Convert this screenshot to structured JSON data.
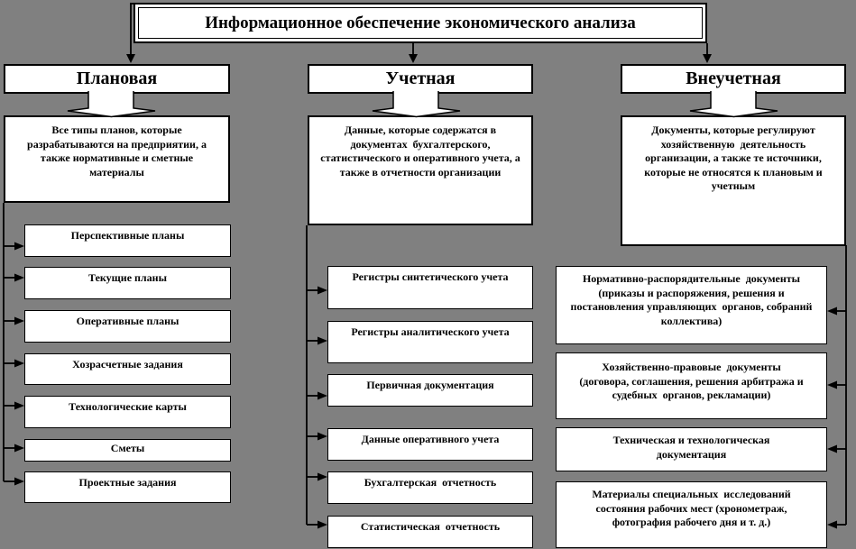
{
  "title": "Информационное обеспечение экономического анализа",
  "columns": [
    {
      "header": "Плановая",
      "description": "Все типы планов, которые\nразрабатываются на предприятии, а\nтакже нормативные и сметные\nматериалы",
      "items": [
        "Перспективные планы",
        "Текущие планы",
        "Оперативные планы",
        "Хозрасчетные задания",
        "Технологические карты",
        "Сметы",
        "Проектные задания"
      ]
    },
    {
      "header": "Учетная",
      "description": "Данные, которые содержатся в\nдокументах  бухгалтерского,\nстатистического и оперативного учета, а\nтакже в отчетности организации",
      "items": [
        "Регистры синтетического учета",
        "Регистры аналитического учета",
        "Первичная документация",
        "Данные оперативного учета",
        "Бухгалтерская  отчетность",
        "Статистическая  отчетность"
      ]
    },
    {
      "header": "Внеучетная",
      "description": "Документы, которые регулируют\nхозяйственную  деятельность\nорганизации, а также те источники,\nкоторые не относятся к плановым и\nучетным",
      "items": [
        "Нормативно-распорядительные  документы\n(приказы и распоряжения, решения и\nпостановления управляющих  органов, собраний\nколлектива)",
        "Хозяйственно-правовые  документы\n(договора, соглашения, решения арбитража и\nсудебных  органов, рекламации)",
        "Техническая и технологическая\nдокументация",
        "Материалы специальных  исследований\nсостояния рабочих мест (хронометраж,\nфотография рабочего дня и т. д.)"
      ]
    }
  ],
  "colors": {
    "background": "#808080",
    "box_fill": "#ffffff",
    "line": "#000000"
  }
}
